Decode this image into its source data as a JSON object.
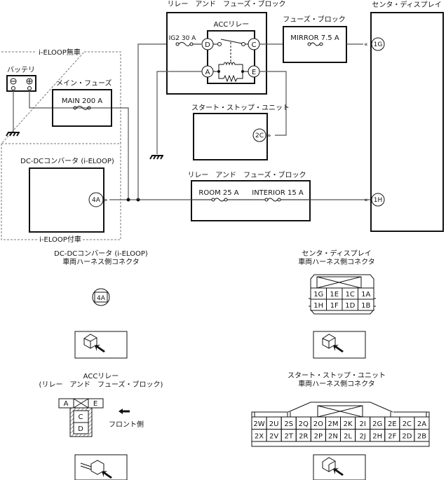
{
  "wiring": {
    "relay_fuse_block_top": {
      "title": "リレー　アンド　フューズ・ブロック",
      "acc_relay_title": "ACCリレー",
      "fuse_label": "IG2 30 A",
      "terminals": [
        "D",
        "C",
        "A",
        "E"
      ]
    },
    "fuse_block": {
      "title": "フューズ・ブロック",
      "fuse_label": "MIRROR 7.5 A"
    },
    "center_display": {
      "title": "センタ・ディスプレイ",
      "terminals": [
        "1G",
        "1H"
      ]
    },
    "no_ieloop": {
      "label": "i-ELOOP無車",
      "battery_label": "バッテリ",
      "main_fuse_title": "メイン・フューズ",
      "main_fuse_label": "MAIN 200 A"
    },
    "with_ieloop": {
      "label": "i-ELOOP付車",
      "dcdc_title": "DC-DCコンバータ (i-ELOOP)",
      "terminal": "4A"
    },
    "start_stop_unit": {
      "title": "スタート・ストップ・ユニット",
      "terminal": "2C"
    },
    "relay_fuse_block_bottom": {
      "title": "リレー　アンド　フューズ・ブロック",
      "fuse1_label": "ROOM 25 A",
      "fuse2_label": "INTERIOR 15 A"
    }
  },
  "connectors": {
    "dcdc": {
      "title_line1": "DC-DCコンバータ (i-ELOOP)",
      "title_line2": "車両ハーネス側コネクタ",
      "pin": "4A"
    },
    "center_display": {
      "title_line1": "センタ・ディスプレイ",
      "title_line2": "車両ハーネス側コネクタ",
      "row1": [
        "1G",
        "1E",
        "1C",
        "1A"
      ],
      "row2": [
        "1H",
        "1F",
        "1D",
        "1B"
      ]
    },
    "acc_relay": {
      "title_line1": "ACCリレー",
      "title_line2": "(リレー　アンド　フューズ・ブロック)",
      "top_left": "A",
      "top_right": "E",
      "pin_c": "C",
      "pin_d": "D",
      "front_label": "フロント側"
    },
    "start_stop": {
      "title_line1": "スタート・ストップ・ユニット",
      "title_line2": "車両ハーネス側コネクタ",
      "row1": [
        "2W",
        "2U",
        "2S",
        "2Q",
        "2O",
        "2M",
        "2K",
        "2I",
        "2G",
        "2E",
        "2C",
        "2A"
      ],
      "row2": [
        "2X",
        "2V",
        "2T",
        "2R",
        "2P",
        "2N",
        "2L",
        "2J",
        "2H",
        "2F",
        "2D",
        "2B"
      ]
    }
  }
}
